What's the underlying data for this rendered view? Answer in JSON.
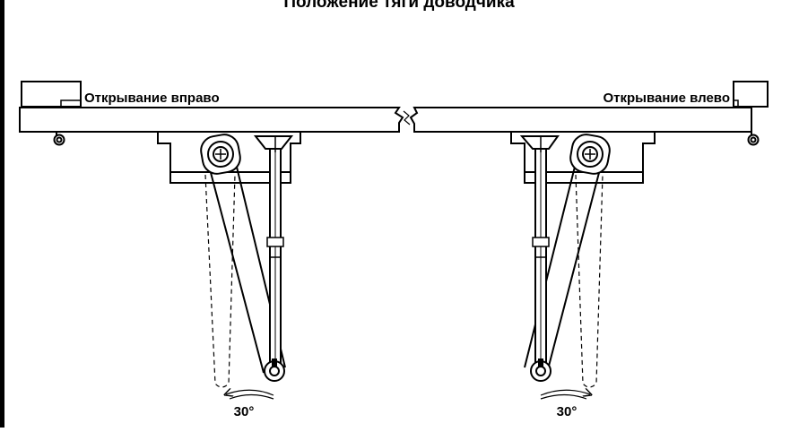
{
  "diagram": {
    "title": "Положение тяги доводчика",
    "left_label": "Открывание вправо",
    "right_label": "Открывание влево",
    "left_angle": "30°",
    "right_angle": "30°"
  },
  "colors": {
    "line": "#000000",
    "background": "#ffffff"
  }
}
